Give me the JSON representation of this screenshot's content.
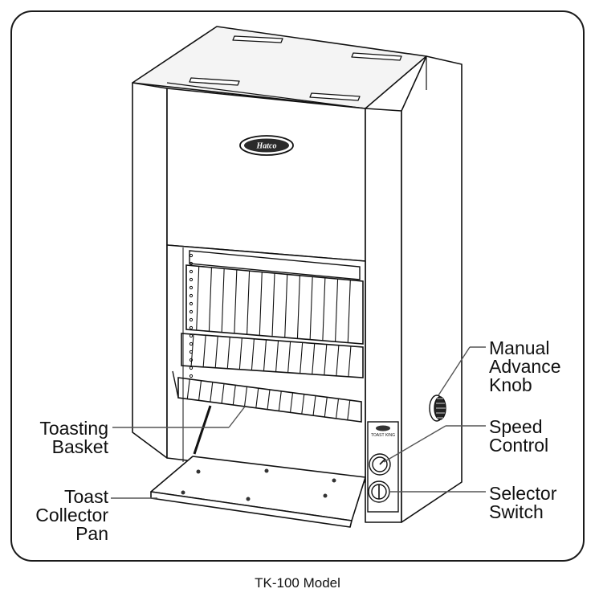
{
  "caption": "TK-100 Model",
  "brand_logo_text": "Hatco",
  "panel_small_text": "TOAST KING",
  "labels": {
    "manual_advance_knob": [
      "Manual",
      "Advance",
      "Knob"
    ],
    "speed_control": [
      "Speed",
      "Control"
    ],
    "selector_switch": [
      "Selector",
      "Switch"
    ],
    "toasting_basket": [
      "Toasting",
      "Basket"
    ],
    "toast_collector_pan": [
      "Toast",
      "Collector",
      "Pan"
    ]
  },
  "icons": [
    "hatco-logo-icon",
    "speed-knob-icon",
    "selector-knob-icon",
    "manual-advance-knob-icon"
  ]
}
